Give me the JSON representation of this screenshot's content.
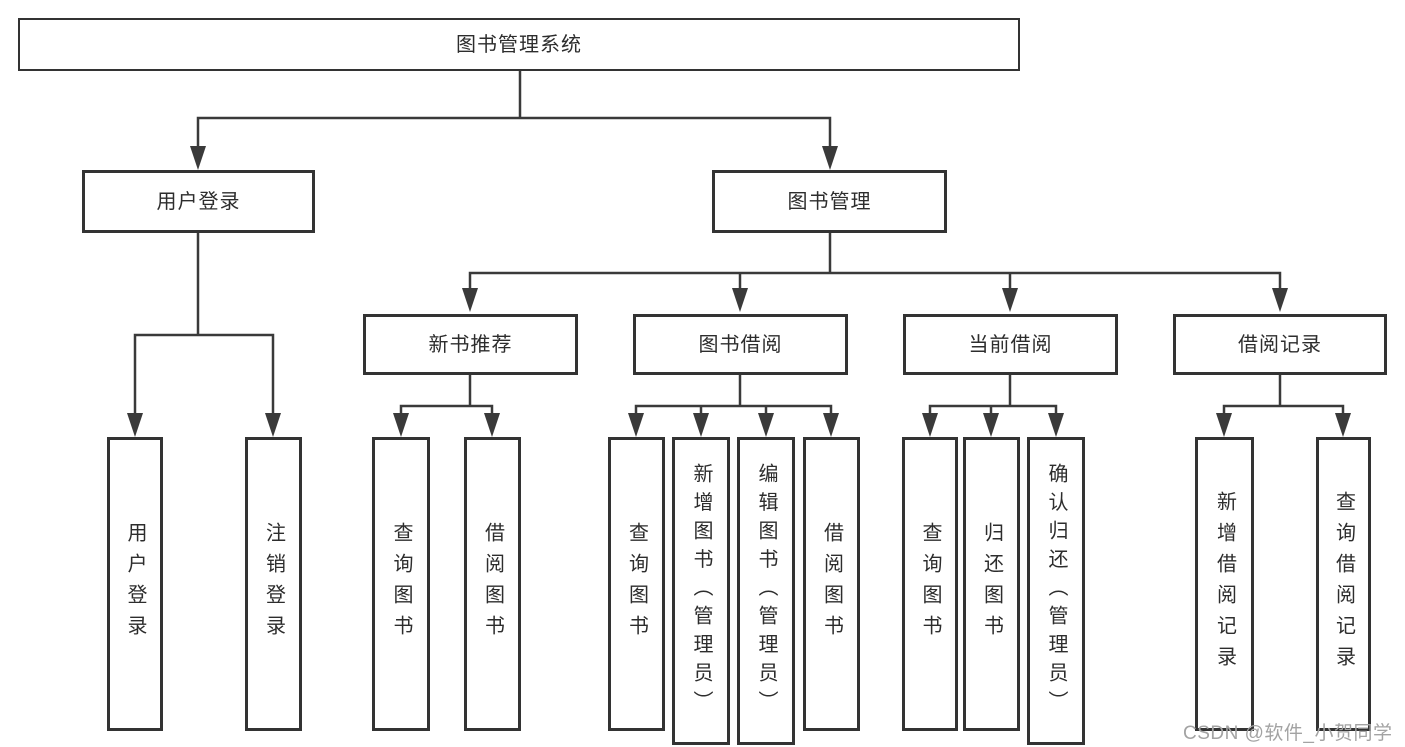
{
  "tree": {
    "label": "图书管理系统",
    "children": [
      {
        "label": "用户登录",
        "children": [
          {
            "label": "用户登录"
          },
          {
            "label": "注销登录"
          }
        ]
      },
      {
        "label": "图书管理",
        "children": [
          {
            "label": "新书推荐",
            "children": [
              {
                "label": "查询图书"
              },
              {
                "label": "借阅图书"
              }
            ]
          },
          {
            "label": "图书借阅",
            "children": [
              {
                "label": "查询图书"
              },
              {
                "label": "新增图书（管理员）"
              },
              {
                "label": "编辑图书（管理员）"
              },
              {
                "label": "借阅图书"
              }
            ]
          },
          {
            "label": "当前借阅",
            "children": [
              {
                "label": "查询图书"
              },
              {
                "label": "归还图书"
              },
              {
                "label": "确认归还（管理员）"
              }
            ]
          },
          {
            "label": "借阅记录",
            "children": [
              {
                "label": "新增借阅记录"
              },
              {
                "label": "查询借阅记录"
              }
            ]
          }
        ]
      }
    ]
  },
  "watermark": {
    "text": "CSDN @软件_小贺同学"
  },
  "colors": {
    "line": "#3a3a3a",
    "box_border": "#333333",
    "text": "#2d2d2d",
    "background": "#ffffff",
    "watermark": "#a3a3a3"
  }
}
